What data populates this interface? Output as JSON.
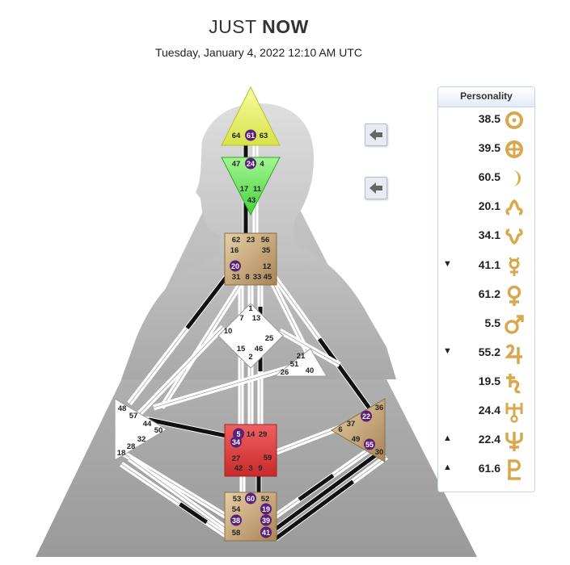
{
  "header": {
    "title_light": "JUST",
    "title_bold": "NOW",
    "datetime": "Tuesday, January 4, 2022 12:10 AM UTC"
  },
  "colors": {
    "head_center": "#e8f078",
    "ajna_center": "#7de86a",
    "defined_center": "#c8a46e",
    "sacral_center": "#e23b3b",
    "activation": "#5a1f7a",
    "channel_defined": "#111111"
  },
  "bodygraph": {
    "head": {
      "gates": [
        "64",
        "61",
        "63"
      ],
      "activated": [
        "61"
      ]
    },
    "ajna": {
      "gates": [
        "47",
        "24",
        "4",
        "17",
        "11",
        "43"
      ],
      "activated": [
        "24"
      ]
    },
    "throat": {
      "gates": [
        "62",
        "23",
        "56",
        "16",
        "35",
        "20",
        "12",
        "31",
        "8",
        "33",
        "45"
      ],
      "activated": [
        "20"
      ]
    },
    "g": {
      "gates": [
        "1",
        "7",
        "13",
        "10",
        "25",
        "15",
        "46",
        "2"
      ]
    },
    "heart": {
      "gates": [
        "21",
        "51",
        "26",
        "40"
      ]
    },
    "spleen": {
      "gates": [
        "48",
        "57",
        "44",
        "50",
        "32",
        "28",
        "18"
      ]
    },
    "sacral": {
      "gates": [
        "5",
        "14",
        "29",
        "34",
        "27",
        "59",
        "42",
        "3",
        "9"
      ],
      "activated": [
        "5",
        "34"
      ]
    },
    "solar_plexus": {
      "gates": [
        "36",
        "22",
        "37",
        "6",
        "49",
        "55",
        "30"
      ],
      "activated": [
        "22",
        "55"
      ]
    },
    "root": {
      "gates": [
        "53",
        "60",
        "52",
        "54",
        "19",
        "38",
        "39",
        "58",
        "41"
      ],
      "activated": [
        "60",
        "19",
        "38",
        "39",
        "41"
      ]
    }
  },
  "buttons": [
    {
      "icon": "arrow-left-icon"
    },
    {
      "icon": "arrow-left-icon"
    }
  ],
  "personality": {
    "title": "Personality",
    "rows": [
      {
        "value": "38.5",
        "arrow": "",
        "planet": "sun-icon"
      },
      {
        "value": "39.5",
        "arrow": "",
        "planet": "earth-icon"
      },
      {
        "value": "60.5",
        "arrow": "",
        "planet": "moon-icon"
      },
      {
        "value": "20.1",
        "arrow": "",
        "planet": "north-node-icon"
      },
      {
        "value": "34.1",
        "arrow": "",
        "planet": "south-node-icon"
      },
      {
        "value": "41.1",
        "arrow": "▼",
        "planet": "mercury-icon"
      },
      {
        "value": "61.2",
        "arrow": "",
        "planet": "venus-icon"
      },
      {
        "value": "5.5",
        "arrow": "",
        "planet": "mars-icon"
      },
      {
        "value": "55.2",
        "arrow": "▼",
        "planet": "jupiter-icon"
      },
      {
        "value": "19.5",
        "arrow": "",
        "planet": "saturn-icon"
      },
      {
        "value": "24.4",
        "arrow": "",
        "planet": "uranus-icon"
      },
      {
        "value": "22.4",
        "arrow": "▲",
        "planet": "neptune-icon"
      },
      {
        "value": "61.6",
        "arrow": "▲",
        "planet": "pluto-icon"
      }
    ]
  }
}
